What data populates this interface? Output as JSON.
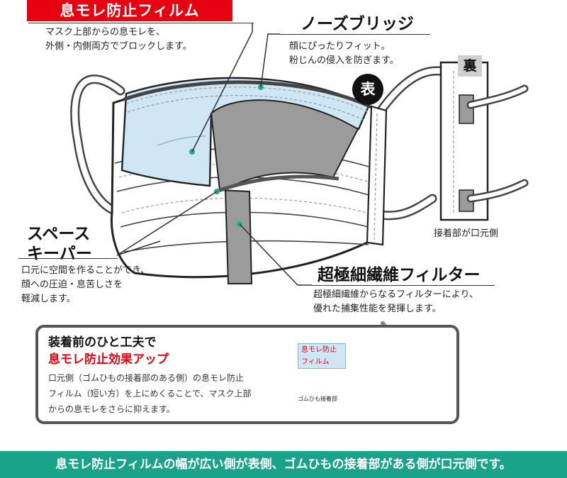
{
  "labels": {
    "film_banner": "息モレ防止フィルム",
    "film_desc": [
      "マスク上部からの息モレを、",
      "外側・内側両方でブロックします。"
    ],
    "nose_title": "ノーズブリッジ",
    "nose_desc": [
      "顔にぴったりフィット。",
      "粉じんの侵入を防ぎます。"
    ],
    "front_badge": "表",
    "back_badge": "裏",
    "back_caption": "接着部が口元側",
    "spacer_title": [
      "スペース",
      "キーパー"
    ],
    "spacer_desc": [
      "口元に空間を作ることができ、",
      "顔への圧迫・息苦しさを",
      "軽減します。"
    ],
    "filter_title": "超極細繊維フィルター",
    "filter_desc": [
      "超極細繊維からなるフィルターにより、",
      "優れた捕集性能を発揮します。"
    ]
  },
  "tip": {
    "title1": "装着前のひと工夫で",
    "title2": "息モレ防止効果アップ",
    "body": [
      "口元側（ゴムひもの接着部のある側）の息モレ防止",
      "フィルム（短い方）を上にめくることで、マスク上部",
      "からの息モレをさらに抑えます。"
    ],
    "label_film": [
      "息モレ防止",
      "フィルム"
    ],
    "label_strap": "ゴムひも接着部"
  },
  "footer": "息モレ防止フィルムの幅が広い側が表側、ゴムひもの接着部がある側が口元側です。",
  "colors": {
    "accent_red": "#e60012",
    "film_blue": "#cfe6f5",
    "spacer_gray": "#9b9b9b",
    "footer_green": "#1aa38a",
    "marker_teal": "#2aa58f"
  }
}
